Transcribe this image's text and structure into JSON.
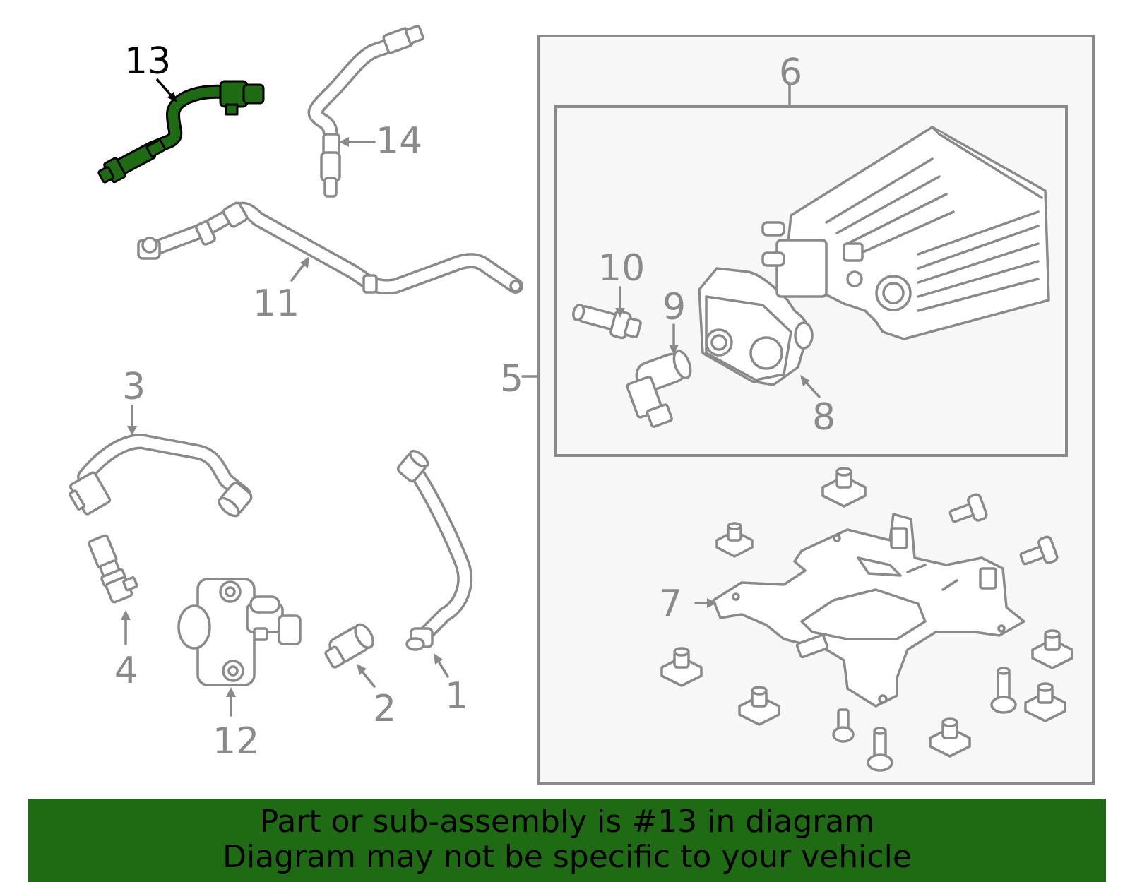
{
  "highlight_color": "#1e6b14",
  "line_color": "#8a8a8a",
  "callouts": {
    "c1": "1",
    "c2": "2",
    "c3": "3",
    "c4": "4",
    "c5": "5",
    "c6": "6",
    "c7": "7",
    "c8": "8",
    "c9": "9",
    "c10": "10",
    "c11": "11",
    "c12": "12",
    "c13": "13",
    "c14": "14"
  },
  "highlighted_part": "13",
  "banner": {
    "line1": "Part or sub-assembly is #13 in diagram",
    "line2": "Diagram may not be specific to your vehicle"
  }
}
